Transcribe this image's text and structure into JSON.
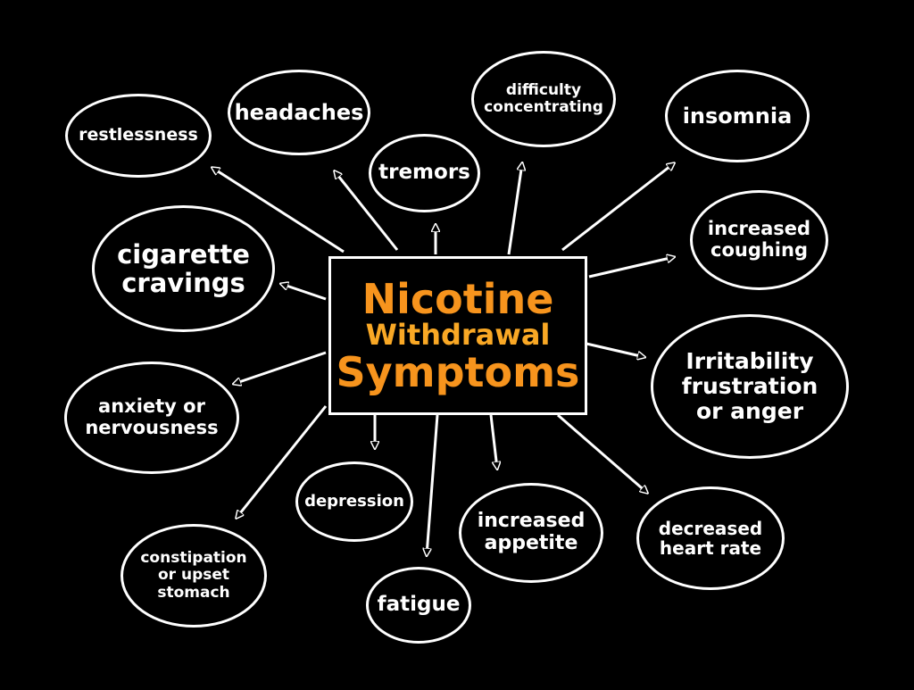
{
  "title": {
    "line1": "Nicotine",
    "line2": "Withdrawal",
    "line3": "Symptoms"
  },
  "colors": {
    "background": "#000000",
    "title": "#f7941d",
    "node_text": "#ffffff"
  },
  "symptoms": {
    "restlessness": "restlessness",
    "headaches": "headaches",
    "tremors": "tremors",
    "difficulty_concentrating": "difficulty\nconcentrating",
    "insomnia": "insomnia",
    "increased_coughing": "increased\ncoughing",
    "cigarette_cravings": "cigarette\ncravings",
    "irritability": "Irritability\nfrustration\nor anger",
    "anxiety": "anxiety or\nnervousness",
    "depression": "depression",
    "increased_appetite": "increased\nappetite",
    "decreased_heart_rate": "decreased\nheart rate",
    "constipation": "constipation\nor upset\nstomach",
    "fatigue": "fatigue"
  }
}
